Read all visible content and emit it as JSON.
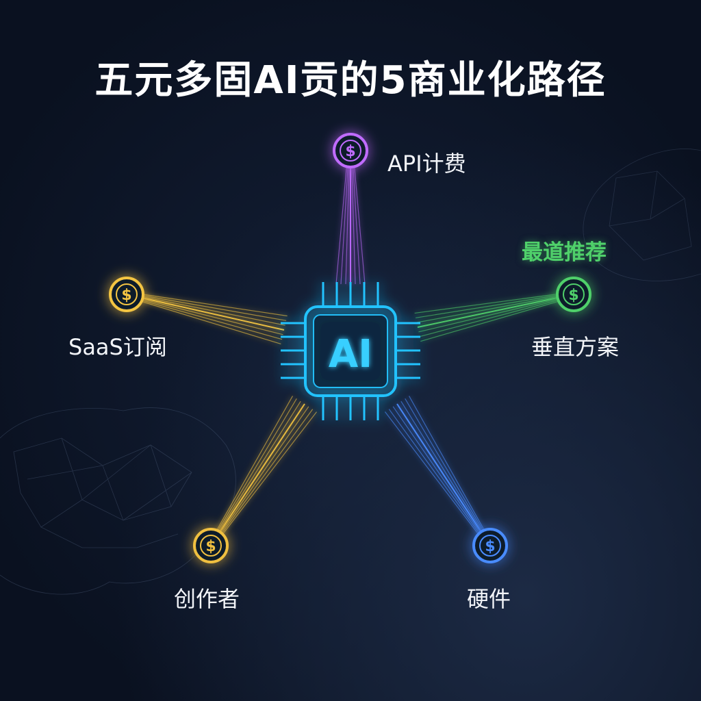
{
  "title": "五元多固AI贡的5商业化路径",
  "center": {
    "label": "AI",
    "color": "#22c3ff"
  },
  "nodes": [
    {
      "id": "api",
      "label": "API计费",
      "color": "#c06cff"
    },
    {
      "id": "saas",
      "label": "SaaS订阅",
      "color": "#f4c542"
    },
    {
      "id": "vertical",
      "label": "垂直方案",
      "color": "#4fd06a",
      "badge": "最道推荐"
    },
    {
      "id": "creator",
      "label": "创作者",
      "color": "#f0c040"
    },
    {
      "id": "hardware",
      "label": "硬件",
      "color": "#4a8cff"
    }
  ],
  "coin_symbol": "$",
  "icons": [
    "ai-chip-icon",
    "dollar-coin-icon",
    "brain-network-icon"
  ]
}
